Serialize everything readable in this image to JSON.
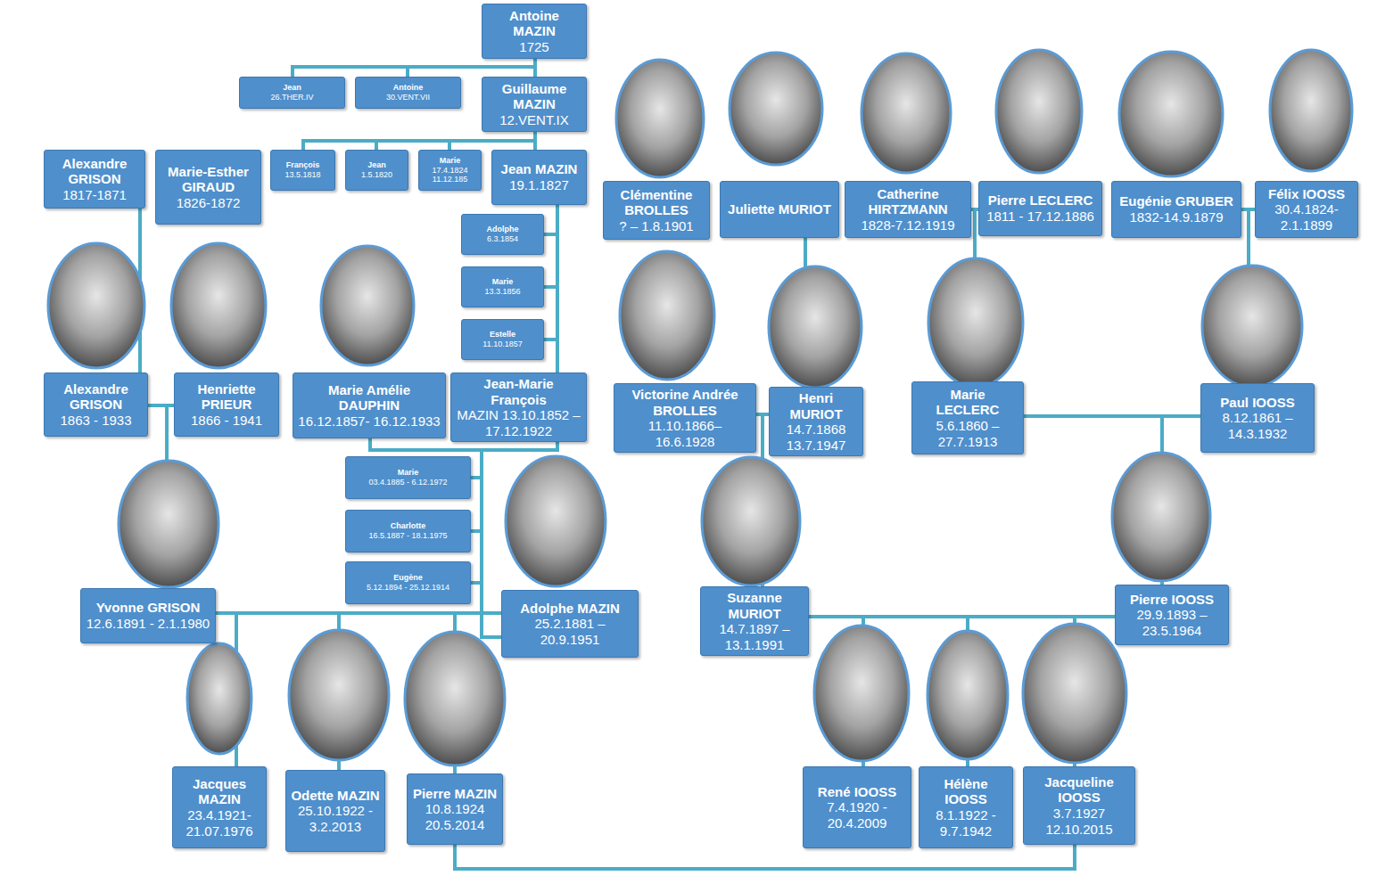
{
  "diagram": {
    "nodes": [
      {
        "text": [
          "Antoine MAZIN",
          "1725"
        ]
      },
      {
        "text": [
          "Jean",
          "26.THER.IV"
        ]
      },
      {
        "text": [
          "Antoine",
          "30.VENT.VII"
        ]
      },
      {
        "text": [
          "Guillaume MAZIN",
          "12.VENT.IX"
        ]
      },
      {
        "text": [
          "François",
          "13.5.1818"
        ]
      },
      {
        "text": [
          "Jean",
          "1.5.1820"
        ]
      },
      {
        "text": [
          "Marie",
          "17.4.1824 11.12.185"
        ]
      },
      {
        "text": [
          "Jean MAZIN",
          "19.1.1827"
        ]
      },
      {
        "text": [
          "Alexandre GRISON",
          "1817-1871"
        ]
      },
      {
        "text": [
          "Marie-Esther GIRAUD",
          "1826-1872"
        ]
      },
      {
        "text": [
          "Adolphe",
          "6.3.1854"
        ]
      },
      {
        "text": [
          "Marie",
          "13.3.1856"
        ]
      },
      {
        "text": [
          "Estelle",
          "11.10.1857"
        ]
      },
      {
        "text": [
          "Alexandre GRISON",
          "1863 - 1933"
        ]
      },
      {
        "text": [
          "Henriette PRIEUR",
          "1866 - 1941"
        ]
      },
      {
        "text": [
          "Marie Amélie DAUPHIN",
          "16.12.1857- 16.12.1933"
        ]
      },
      {
        "text": [
          "Jean-Marie François",
          "MAZIN 13.10.1852 – 17.12.1922"
        ]
      },
      {
        "text": [
          "Clémentine BROLLES",
          "? – 1.8.1901"
        ]
      },
      {
        "text": [
          "Juliette MURIOT"
        ]
      },
      {
        "text": [
          "Catherine HIRTZMANN",
          "1828-7.12.1919"
        ]
      },
      {
        "text": [
          "Pierre LECLERC",
          "1811 - 17.12.1886"
        ]
      },
      {
        "text": [
          "Eugénie GRUBER",
          "1832-14.9.1879"
        ]
      },
      {
        "text": [
          "Félix IOOSS",
          "30.4.1824- 2.1.1899"
        ]
      },
      {
        "text": [
          "Victorine Andrée BROLLES",
          "11.10.1866– 16.6.1928"
        ]
      },
      {
        "text": [
          "Henri MURIOT",
          "14.7.1868 13.7.1947"
        ]
      },
      {
        "text": [
          "Marie LECLERC",
          "5.6.1860 – 27.7.1913"
        ]
      },
      {
        "text": [
          "Paul IOOSS",
          "8.12.1861 – 14.3.1932"
        ]
      },
      {
        "text": [
          "Marie",
          "03.4.1885 - 6.12.1972"
        ]
      },
      {
        "text": [
          "Charlotte",
          "16.5.1887 - 18.1.1975"
        ]
      },
      {
        "text": [
          "Eugène",
          "5.12.1894 - 25.12.1914"
        ]
      },
      {
        "text": [
          "Yvonne GRISON",
          "12.6.1891 - 2.1.1980"
        ]
      },
      {
        "text": [
          "Adolphe MAZIN",
          "25.2.1881 – 20.9.1951"
        ]
      },
      {
        "text": [
          "Suzanne MURIOT",
          "14.7.1897 – 13.1.1991"
        ]
      },
      {
        "text": [
          "Pierre IOOSS",
          "29.9.1893 – 23.5.1964"
        ]
      },
      {
        "text": [
          "Jacques MAZIN",
          "23.4.1921- 21.07.1976"
        ]
      },
      {
        "text": [
          "Odette MAZIN",
          "25.10.1922 - 3.2.2013"
        ]
      },
      {
        "text": [
          "Pierre MAZIN",
          "10.8.1924 20.5.2014"
        ]
      },
      {
        "text": [
          "René IOOSS",
          "7.4.1920 - 20.4.2009"
        ]
      },
      {
        "text": [
          "Hélène IOOSS",
          "8.1.1922 - 9.7.1942"
        ]
      },
      {
        "text": [
          "Jacqueline IOOSS",
          "3.7.1927 12.10.2015"
        ]
      }
    ],
    "edges": [
      {
        "from": 0,
        "to": 1,
        "arrow": "none"
      },
      {
        "from": 0,
        "to": 2,
        "arrow": "none"
      },
      {
        "from": 0,
        "to": 3,
        "arrow": "none"
      },
      {
        "from": 3,
        "to": 4,
        "arrow": "none"
      },
      {
        "from": 3,
        "to": 5,
        "arrow": "none"
      },
      {
        "from": 3,
        "to": 6,
        "arrow": "none"
      },
      {
        "from": 3,
        "to": 7,
        "arrow": "none"
      },
      {
        "from": 8,
        "to": 13,
        "arrow": "none"
      },
      {
        "from": 7,
        "to": 10,
        "arrow": "none"
      },
      {
        "from": 7,
        "to": 11,
        "arrow": "none"
      },
      {
        "from": 7,
        "to": 12,
        "arrow": "none"
      },
      {
        "from": 7,
        "to": 16,
        "arrow": "none"
      },
      {
        "from": 13,
        "to": 30,
        "arrow": "none"
      },
      {
        "from": 14,
        "to": 30,
        "arrow": "none"
      },
      {
        "from": 15,
        "to": 27,
        "arrow": "none"
      },
      {
        "from": 15,
        "to": 28,
        "arrow": "none"
      },
      {
        "from": 15,
        "to": 29,
        "arrow": "none"
      },
      {
        "from": 15,
        "to": 31,
        "arrow": "none"
      },
      {
        "from": 16,
        "to": 27,
        "arrow": "none"
      },
      {
        "from": 16,
        "to": 28,
        "arrow": "none"
      },
      {
        "from": 16,
        "to": 29,
        "arrow": "none"
      },
      {
        "from": 16,
        "to": 31,
        "arrow": "none"
      },
      {
        "from": 30,
        "to": 34,
        "arrow": "none"
      },
      {
        "from": 30,
        "to": 35,
        "arrow": "none"
      },
      {
        "from": 30,
        "to": 36,
        "arrow": "none"
      },
      {
        "from": 31,
        "to": 34,
        "arrow": "none"
      },
      {
        "from": 31,
        "to": 35,
        "arrow": "none"
      },
      {
        "from": 31,
        "to": 36,
        "arrow": "none"
      },
      {
        "from": 18,
        "to": 24,
        "arrow": "none"
      },
      {
        "from": 19,
        "to": 25,
        "arrow": "none"
      },
      {
        "from": 20,
        "to": 25,
        "arrow": "none"
      },
      {
        "from": 21,
        "to": 26,
        "arrow": "none"
      },
      {
        "from": 22,
        "to": 26,
        "arrow": "none"
      },
      {
        "from": 23,
        "to": 32,
        "arrow": "none"
      },
      {
        "from": 24,
        "to": 32,
        "arrow": "none"
      },
      {
        "from": 25,
        "to": 33,
        "arrow": "none"
      },
      {
        "from": 26,
        "to": 33,
        "arrow": "none"
      },
      {
        "from": 32,
        "to": 37,
        "arrow": "none"
      },
      {
        "from": 32,
        "to": 38,
        "arrow": "none"
      },
      {
        "from": 32,
        "to": 39,
        "arrow": "none"
      },
      {
        "from": 33,
        "to": 37,
        "arrow": "none"
      },
      {
        "from": 33,
        "to": 38,
        "arrow": "none"
      },
      {
        "from": 33,
        "to": 39,
        "arrow": "none"
      },
      {
        "from": 36,
        "to": 39,
        "arrow": "none"
      }
    ]
  }
}
